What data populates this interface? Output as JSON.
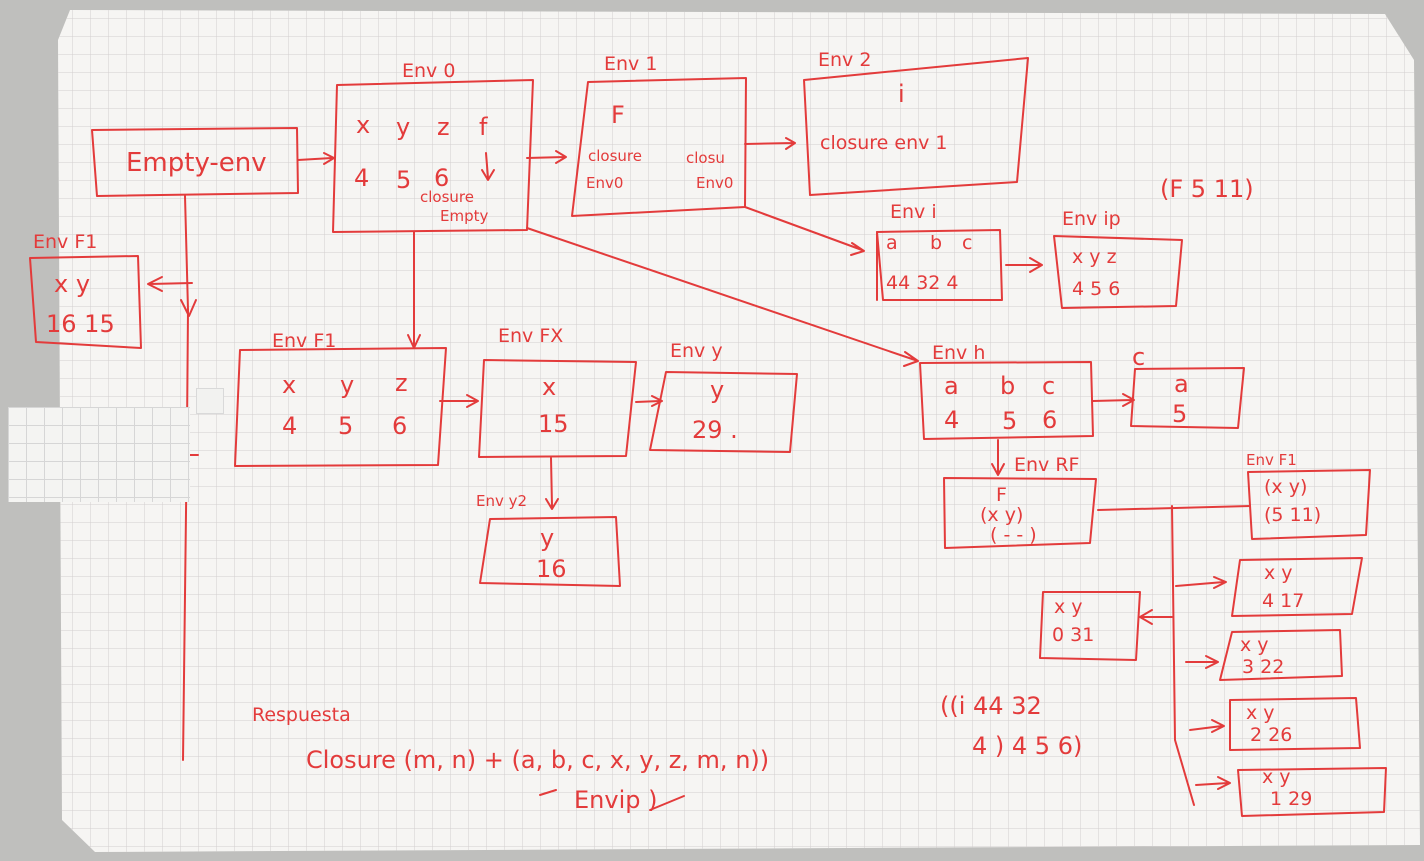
{
  "colors": {
    "ink": "#e33b3b",
    "grid": "#d9d4d4",
    "paper": "#f6f5f3",
    "background": "#bfbfbd"
  },
  "labels": {
    "empty_env": "Empty-env",
    "env0_title": "Env 0",
    "env0_x": "x",
    "env0_y": "y",
    "env0_z": "z",
    "env0_f": "f",
    "env0_v1": "4",
    "env0_v2": "5",
    "env0_v3": "6",
    "env0_closure": "closure",
    "env0_empty": "Empty",
    "env1_title": "Env 1",
    "env1_f": "F",
    "env1_closure_a": "closure",
    "env1_env0_a": "Env0",
    "env1_closure_b": "closu",
    "env1_env0_b": "Env0",
    "env2_title": "Env 2",
    "env2_i": "i",
    "env2_closure": "closure env 1",
    "call_f": "(F 5 11)",
    "envi_title": "Env i",
    "envi_a": "a",
    "envi_b": "b",
    "envi_c": "c",
    "envi_row": "44 32 4",
    "envip_title": "Env ip",
    "envip_xyz": "x y z",
    "envip_vals": "4 5 6",
    "envf1_left_title": "Env F1",
    "envf1_left_xy": "x  y",
    "envf1_left_vals": "16  15",
    "envf1_mid_title": "Env F1",
    "envf1_mid_x": "x",
    "envf1_mid_y": "y",
    "envf1_mid_z": "z",
    "envf1_mid_4": "4",
    "envf1_mid_5": "5",
    "envf1_mid_6": "6",
    "envfx_title": "Env FX",
    "envfx_x": "x",
    "envfx_v": "15",
    "envy_title": "Env y",
    "envy_y": "y",
    "envy_v": "29 .",
    "envy2_title": "Env y2",
    "envy2_y": "y",
    "envy2_v": "16",
    "envh_title": "Env h",
    "envh_a": "a",
    "envh_b": "b",
    "envh_c": "c",
    "envh_4": "4",
    "envh_5": "5",
    "envh_6": "6",
    "c_title": "c",
    "c_a": "a",
    "c_v": "5",
    "envrf_title": "Env RF",
    "envrf_f": "F",
    "envrf_xy": "(x y)",
    "envrf_blank": "( - - )",
    "envf1_right_title": "Env F1",
    "envf1_right_xy": "(x y)",
    "envf1_right_vals": "(5 11)",
    "r1_xy": "x  y",
    "r1_vals": "4  17",
    "r2_xy": "x  y",
    "r2_vals": "3  22",
    "r3_xy": "x  y",
    "r3_vals": "2  26",
    "r4_xy": "x  y",
    "r4_vals": "1  29",
    "xy031_xy": "x    y",
    "xy031_vals": "0   31",
    "ci_line1": "((i 44 32",
    "ci_line2": "4 ) 4 5 6)",
    "respuesta": "Respuesta",
    "answer_line1": "Closure (m, n) + (a, b, c, x, y, z, m, n))",
    "answer_line2": "Envip )"
  }
}
